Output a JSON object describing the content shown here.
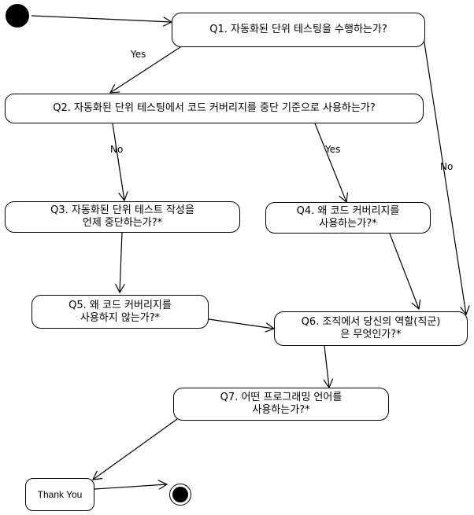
{
  "nodes": {
    "q1": "Q1. 자동화된 단위 테스팅을 수행하는가?",
    "q2": "Q2. 자동화된 단위 테스팅에서 코드 커버리지를 중단 기준으로 사용하는가?",
    "q3": [
      "Q3. 자동화된 단위 테스트 작성을",
      "언제 중단하는가?*"
    ],
    "q4": [
      "Q4. 왜 코드 커버리지를",
      "사용하는가?*"
    ],
    "q5": [
      "Q5. 왜 코드 커버리지를",
      "사용하지 않는가?*"
    ],
    "q6": [
      "Q6. 조직에서 당신의 역할(직군)",
      "은 무엇인가?*"
    ],
    "q7": [
      "Q7. 어떤 프로그래밍 언어를",
      "사용하는가?*"
    ],
    "thank_you": "Thank You"
  },
  "edge_labels": {
    "q1_yes": "Yes",
    "q1_no": "No",
    "q2_no": "No",
    "q2_yes": "Yes"
  }
}
